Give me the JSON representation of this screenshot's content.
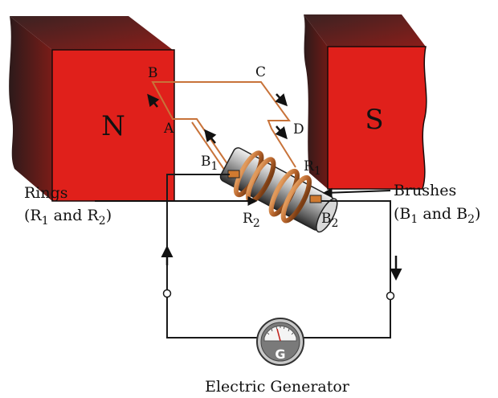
{
  "diagram": {
    "title": "Electric Generator",
    "magnets": {
      "north": "N",
      "south": "S"
    },
    "coil_corners": {
      "a": "A",
      "b": "B",
      "c": "C",
      "d": "D"
    },
    "brush_labels": {
      "b1": {
        "main": "B",
        "sub": "1"
      },
      "b2": {
        "main": "B",
        "sub": "2"
      }
    },
    "ring_labels": {
      "r1": {
        "main": "R",
        "sub": "1"
      },
      "r2": {
        "main": "R",
        "sub": "2"
      }
    },
    "callouts": {
      "rings_line1": "Rings",
      "rings_line2": {
        "open": "(R",
        "sub1": "1",
        "mid": " and R",
        "sub2": "2",
        "close": ")"
      },
      "brushes_line1": "Brushes",
      "brushes_line2": {
        "open": "(B",
        "sub1": "1",
        "mid": " and B",
        "sub2": "2",
        "close": ")"
      }
    },
    "galvanometer_label": "G",
    "colors": {
      "magnet_front": "#e0201b",
      "magnet_dark": "#3a1414",
      "coil": "#c8733a",
      "wire": "#1a1a1a",
      "ring": "#b86428",
      "axle": "#9c9c9c"
    }
  }
}
